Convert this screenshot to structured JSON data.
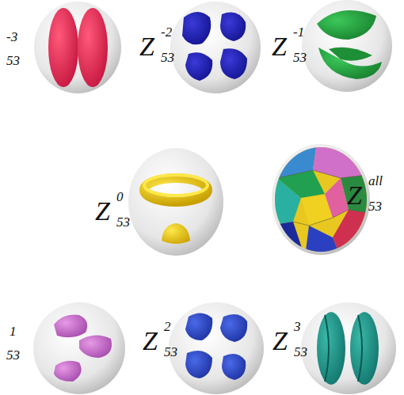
{
  "diagram": {
    "labels": [
      "-3",
      "53",
      "Z",
      "-2",
      "53",
      "Z",
      "-1",
      "53",
      "Z",
      "0",
      "53",
      "Z",
      "all",
      "53",
      "1",
      "53",
      "Z",
      "2",
      "53",
      "Z",
      "3",
      "53"
    ]
  }
}
